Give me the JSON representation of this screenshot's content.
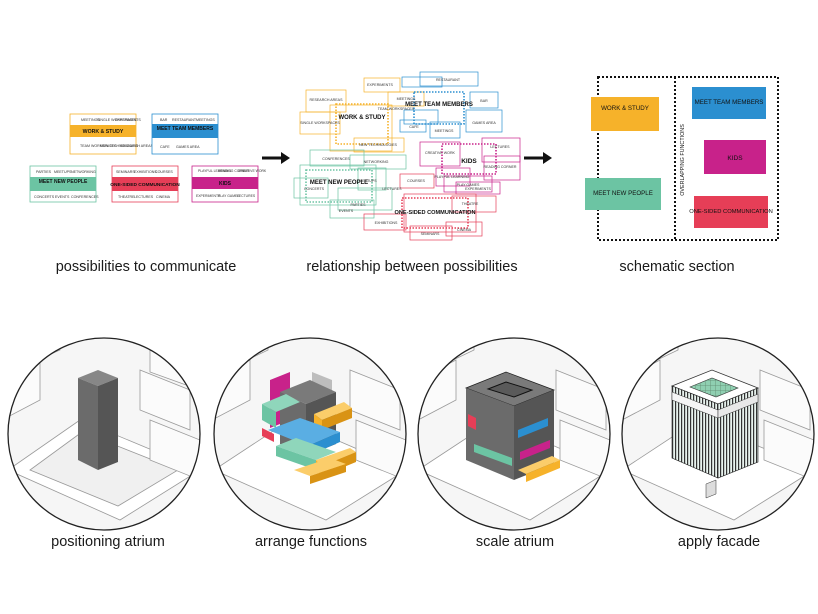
{
  "colors": {
    "work": "#f6b22a",
    "team": "#2b8fd0",
    "people": "#6cc4a3",
    "comm": "#e63e57",
    "kids": "#c8228a",
    "mass": "#6b6b6b"
  },
  "captions": {
    "possibilities": "possibilities to communicate",
    "relationship": "relationship between possibilities",
    "section": "schematic section",
    "atrium": "positioning atrium",
    "arrange": "arrange functions",
    "scale": "scale atrium",
    "facade": "apply facade"
  },
  "groups": {
    "work": {
      "title": "WORK & STUDY",
      "items": [
        "MEETINGS",
        "SINGLE WORKSPACES",
        "EXPERIMENTS",
        "TEAM WORKSPACES",
        "NEW TECHNOLOGIES",
        "RESEARCH AREAS"
      ]
    },
    "team": {
      "title": "MEET TEAM MEMBERS",
      "items": [
        "BAR",
        "RESTAURANT",
        "CAFE",
        "GAMES AREA",
        "MEETINGS"
      ]
    },
    "people": {
      "title": "MEET NEW PEOPLE",
      "items": [
        "PARTIES",
        "MEETUPS",
        "NETWORKING",
        "CONCERTS",
        "EVENTS",
        "CONFERENCES"
      ]
    },
    "comm": {
      "title": "ONE-SIDED COMMUNICATION",
      "items": [
        "SEMINARS",
        "EXHIBITIONS",
        "COURSES",
        "THEATRE",
        "LECTURES",
        "CINEMA"
      ]
    },
    "kids": {
      "title": "KIDS",
      "items": [
        "PLAYFUL LEARNING",
        "READING CORNER",
        "CREATIVE WORK",
        "EXPERIMENTS",
        "PLAY GAMES",
        "LECTURES"
      ]
    }
  },
  "section": {
    "work": "WORK & STUDY",
    "team": "MEET TEAM MEMBERS",
    "kids": "KIDS",
    "people": "MEET NEW PEOPLE",
    "comm": "ONE-SIDED COMMUNICATION",
    "overlap": "OVERLAPPING FUNCTIONS"
  }
}
